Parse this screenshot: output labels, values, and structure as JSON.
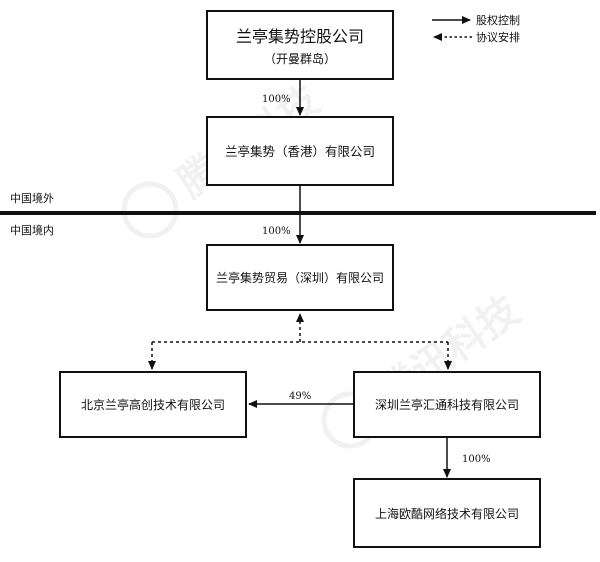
{
  "legend": {
    "equity_label": "股权控制",
    "agreement_label": "协议安排"
  },
  "regions": {
    "overseas": "中国境外",
    "domestic": "中国境内"
  },
  "entities": {
    "holdco_name": "兰亭集势控股公司",
    "holdco_jurisdiction": "（开曼群岛）",
    "hk_sub": "兰亭集势（香港）有限公司",
    "wfoe": "兰亭集势贸易（深圳）有限公司",
    "beijing_co": "北京兰亭高创技术有限公司",
    "shenzhen_co": "深圳兰亭汇通科技有限公司",
    "shanghai_co": "上海欧酷网络技术有限公司"
  },
  "ownership": {
    "holdco_to_hk": "100%",
    "hk_to_wfoe": "100%",
    "shenzhen_to_beijing": "49%",
    "shenzhen_to_shanghai": "100%"
  },
  "watermark": "腾讯科技"
}
